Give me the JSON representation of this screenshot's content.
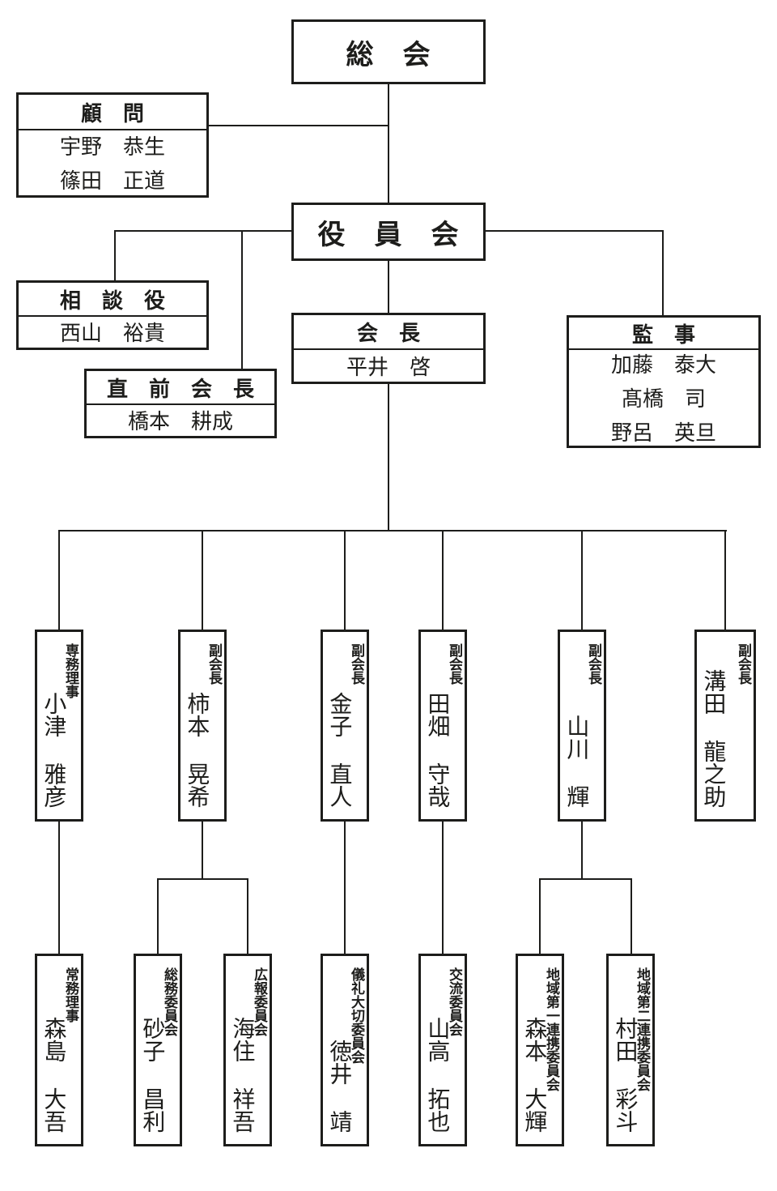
{
  "colors": {
    "ink": "#1d1d1b",
    "background": "#ffffff"
  },
  "org": {
    "soukai": {
      "title": "総　会"
    },
    "komon": {
      "title": "顧　問",
      "members": [
        "宇野　恭生",
        "篠田　正道"
      ]
    },
    "yakuinkai": {
      "title": "役　員　会"
    },
    "soudanyaku": {
      "title": "相　談　役",
      "members": [
        "西山　裕貴"
      ]
    },
    "chokuzen": {
      "title": "直　前　会　長",
      "members": [
        "橋本　耕成"
      ]
    },
    "kaichou": {
      "title": "会　長",
      "members": [
        "平井　啓"
      ]
    },
    "kanji": {
      "title": "監　事",
      "members": [
        "加藤　泰大",
        "髙橋　司",
        "野呂　英旦"
      ]
    },
    "officers": [
      {
        "role": "専務理事",
        "name": "小津 雅彦"
      },
      {
        "role": "副会長",
        "name": "柿本 晃希"
      },
      {
        "role": "副会長",
        "name": "金子 直人"
      },
      {
        "role": "副会長",
        "name": "田畑 守哉"
      },
      {
        "role": "副会長",
        "name": "山川 輝"
      },
      {
        "role": "副会長",
        "name": "溝田 龍之助"
      }
    ],
    "committees": [
      {
        "role": "常務理事",
        "name": "森島 大吾"
      },
      {
        "role": "総務委員会",
        "name": "砂子 昌利"
      },
      {
        "role": "広報委員会",
        "name": "海住 祥吾"
      },
      {
        "role": "儀礼大切委員会",
        "name": "徳井 靖"
      },
      {
        "role": "交流委員会",
        "name": "山高 拓也"
      },
      {
        "role": "地域第一連携委員会",
        "name": "森本 大輝"
      },
      {
        "role": "地域第二連携委員会",
        "name": "村田 彩斗"
      }
    ]
  }
}
